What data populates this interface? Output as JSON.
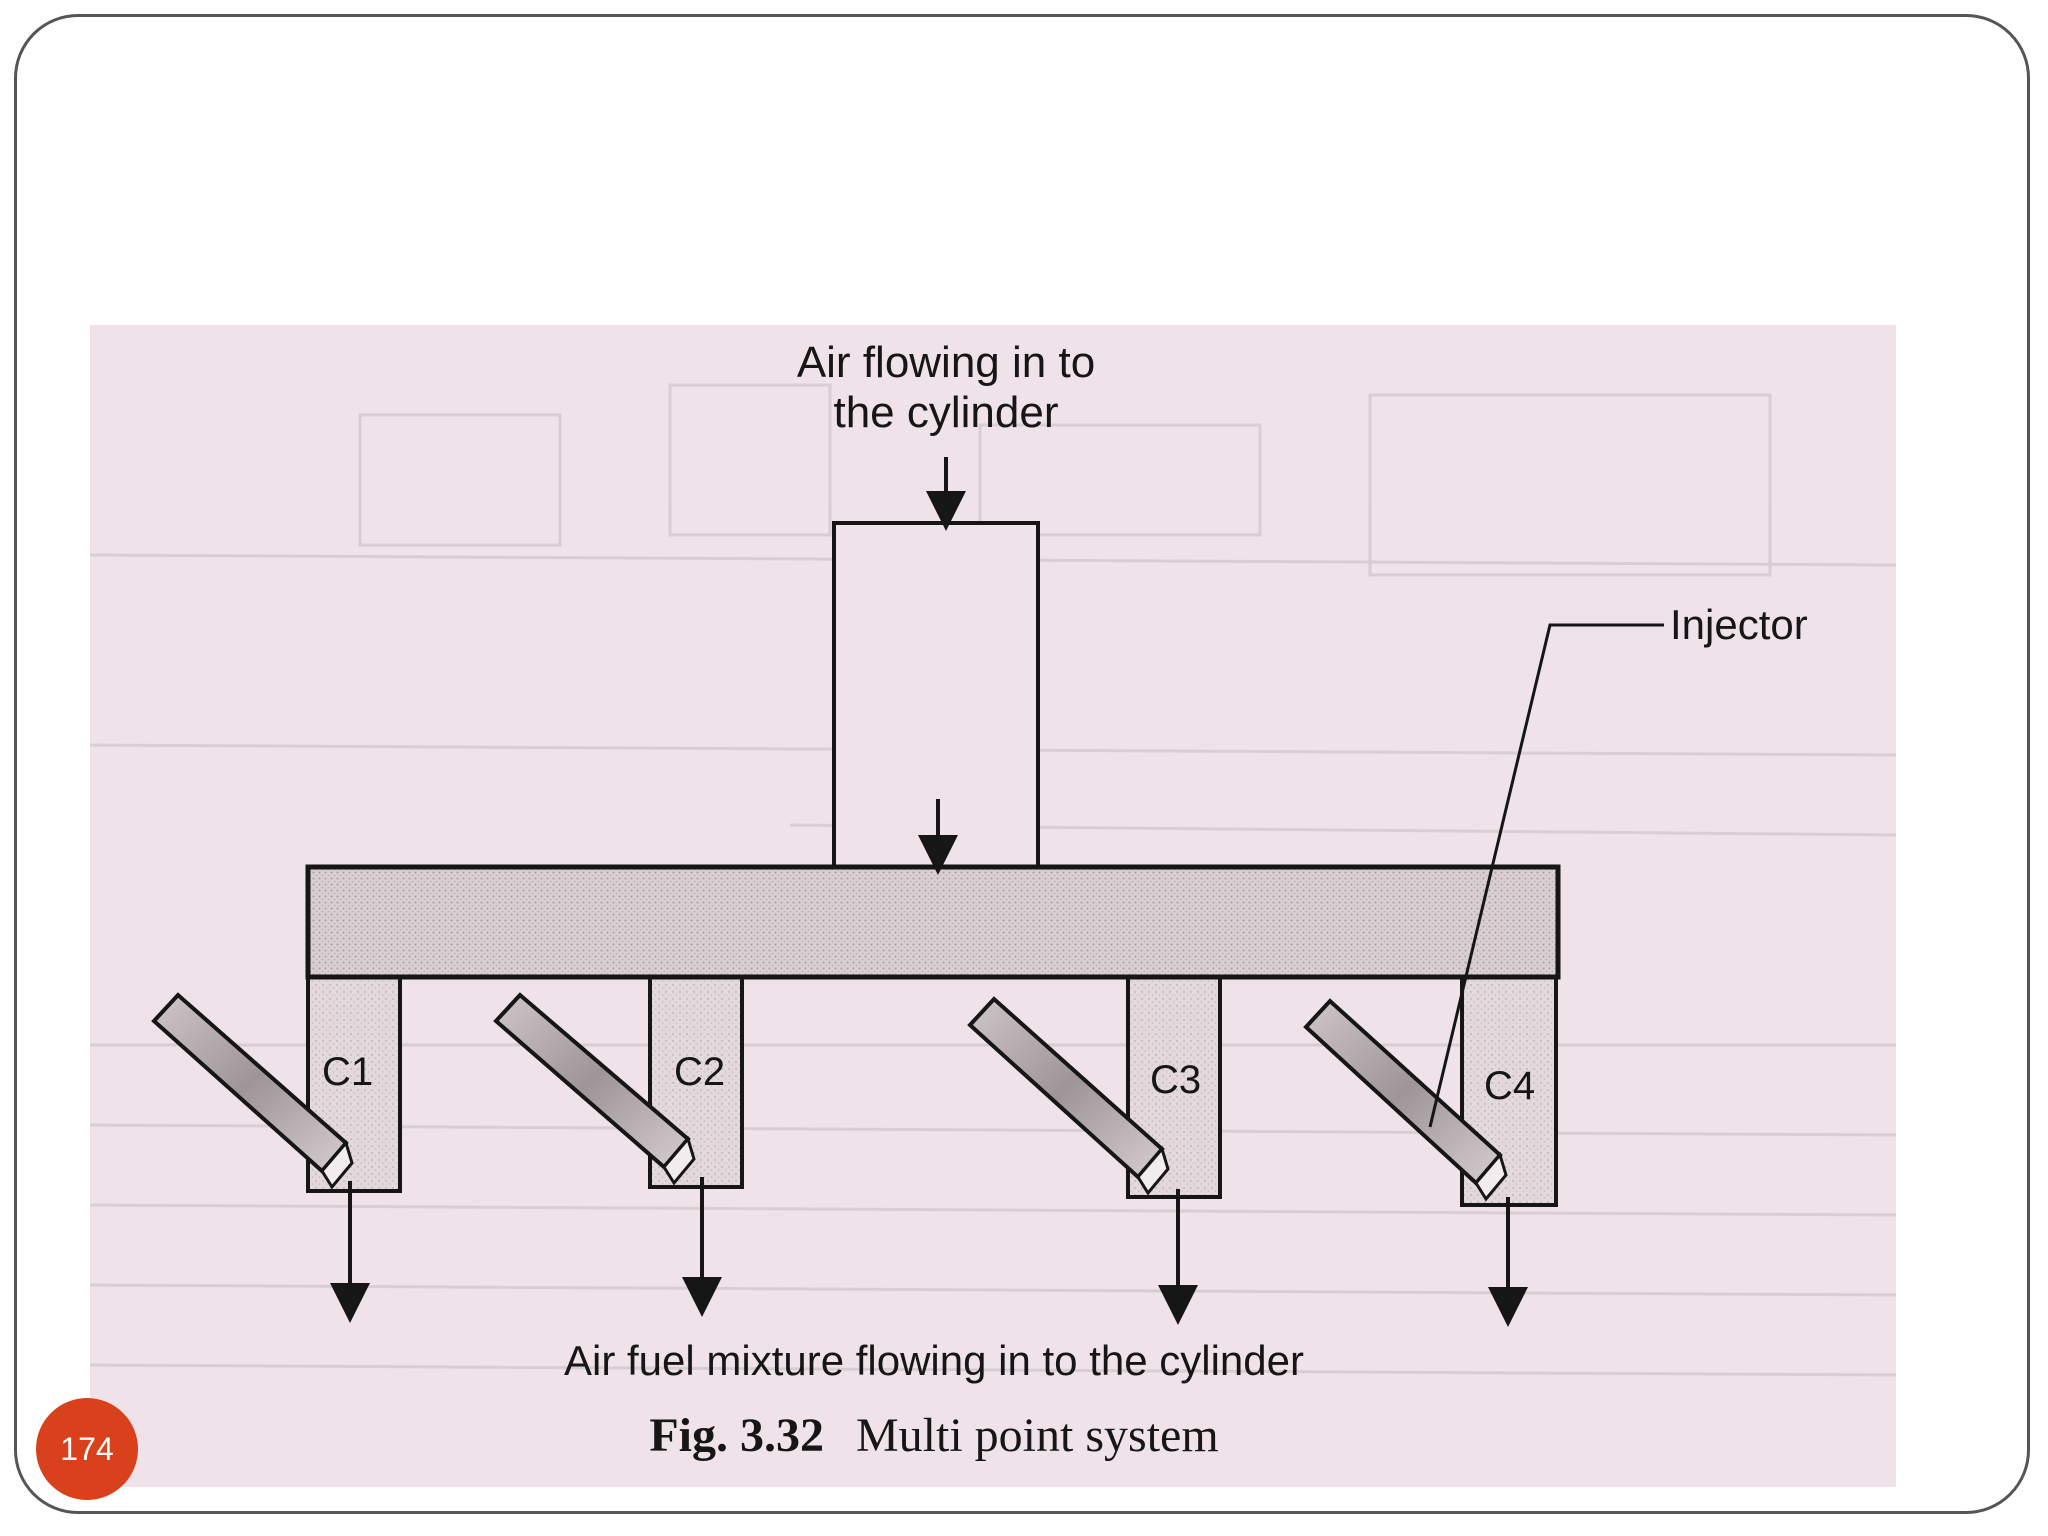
{
  "slide": {
    "page_number": "174"
  },
  "figure": {
    "top_label_line1": "Air flowing in to",
    "top_label_line2": "the cylinder",
    "injector_label": "Injector",
    "cylinders": [
      "C1",
      "C2",
      "C3",
      "C4"
    ],
    "bottom_label": "Air fuel mixture flowing in to the cylinder",
    "caption_number": "Fig.  3.32",
    "caption_title": "Multi  point  system"
  },
  "colors": {
    "paper": "#efe3e9",
    "ink": "#161616",
    "manifold_fill": "#d4c8cb",
    "runner_fill": "#ddd2d5",
    "injector_fill": "#b4abae",
    "badge": "#d8411c",
    "frame": "#555555"
  }
}
